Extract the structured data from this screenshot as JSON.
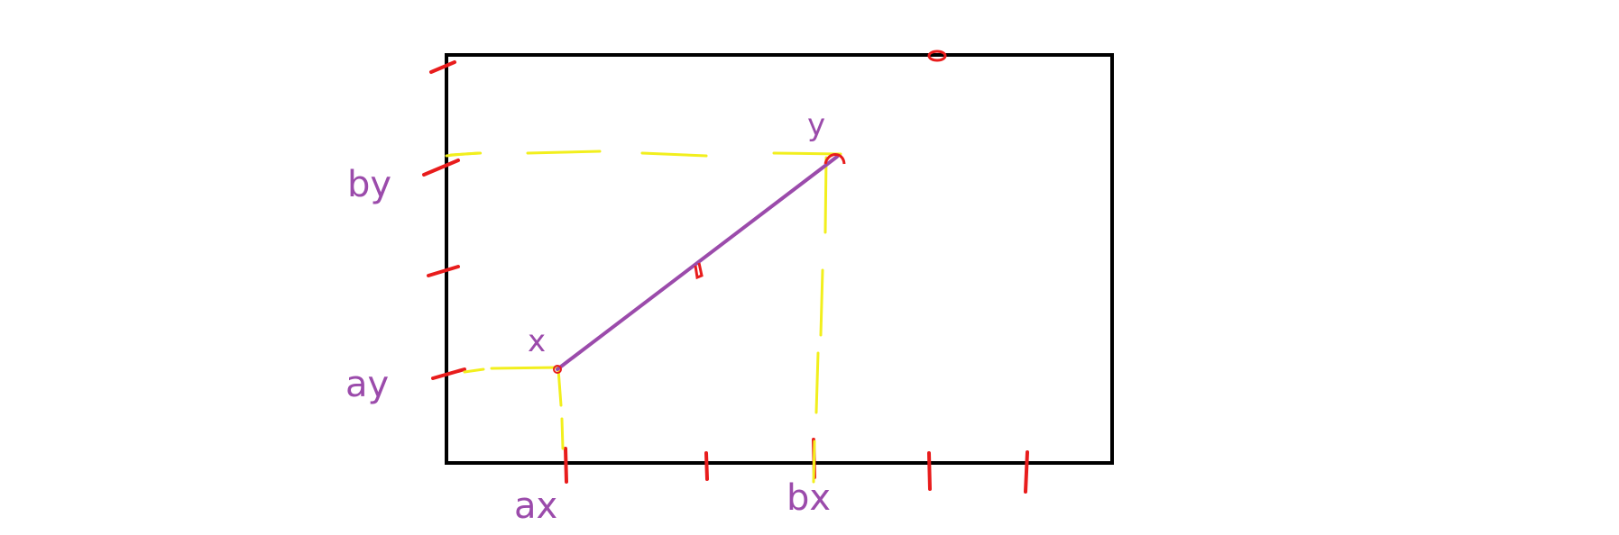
{
  "colors": {
    "frame": "#000000",
    "ticks": "#e81c1c",
    "segment": "#9b4bab",
    "guides": "#f2ef1d",
    "labels": "#9b4bab"
  },
  "labels": {
    "point_a": "x",
    "point_b": "y",
    "a_y": "ay",
    "b_y": "by",
    "a_x": "ax",
    "b_x": "bx"
  }
}
